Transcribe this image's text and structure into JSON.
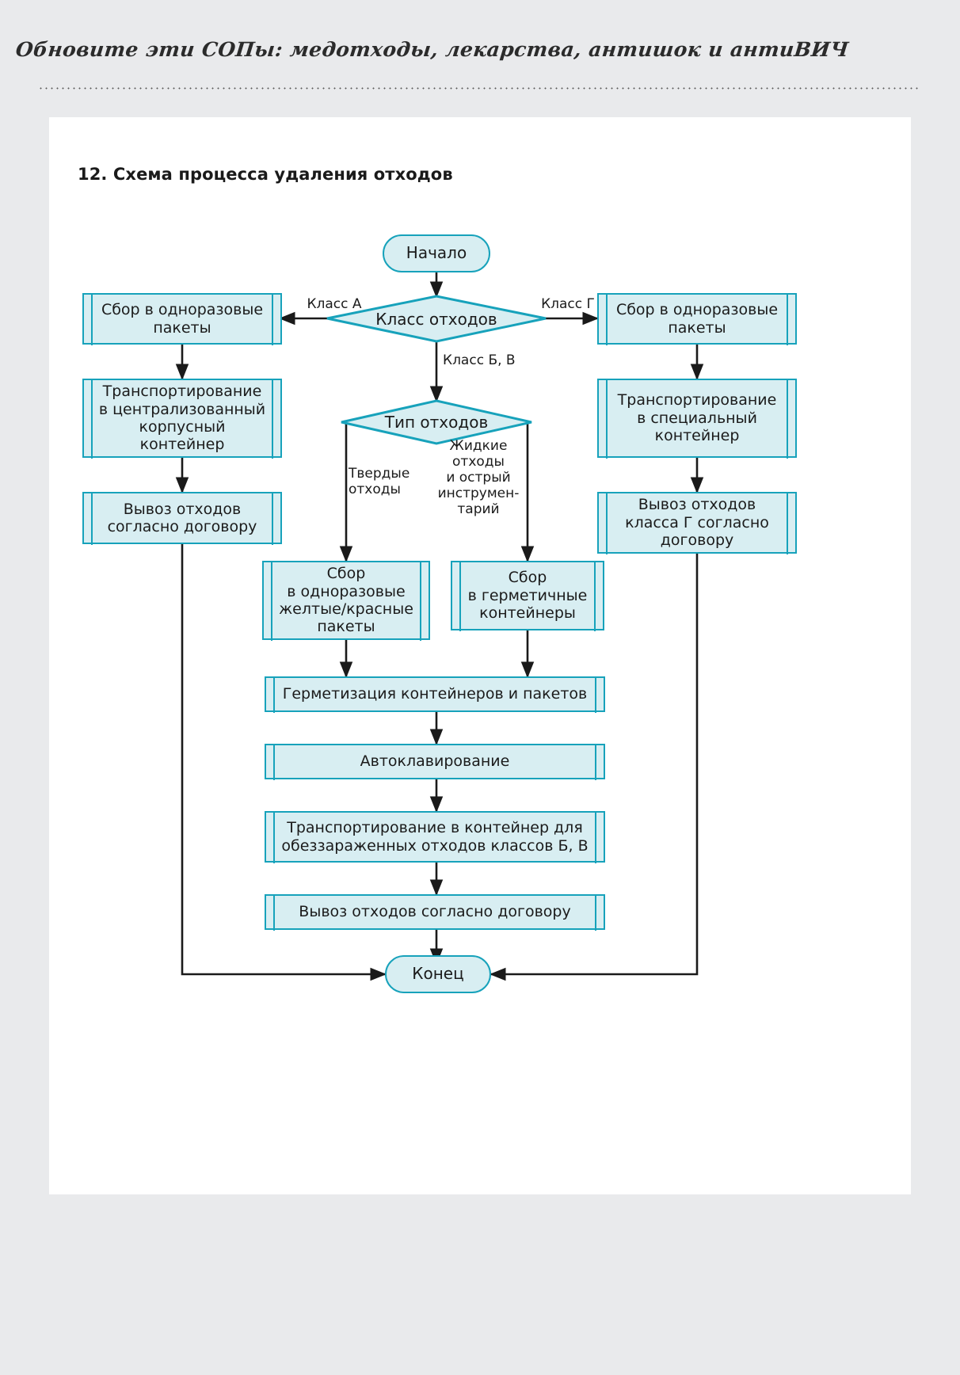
{
  "page": {
    "running_header": "Обновите эти СОПы: медотходы, лекарства, антишок и антиВИЧ",
    "section_title": "12. Схема процесса удаления отходов"
  },
  "colors": {
    "node_border": "#17a2bb",
    "node_fill": "#d8eef2",
    "connector": "#1a1a1a",
    "page_background": "#e9eaec",
    "sheet": "#ffffff",
    "text": "#1b1b1b"
  },
  "chart_data": {
    "type": "flowchart",
    "title": "12. Схема процесса удаления отходов",
    "orientation": "top-to-bottom",
    "nodes": [
      {
        "id": "start",
        "shape": "terminator",
        "text": "Начало"
      },
      {
        "id": "class",
        "shape": "decision",
        "text": "Класс отходов"
      },
      {
        "id": "a_collect",
        "shape": "process",
        "text": "Сбор в одноразовые пакеты"
      },
      {
        "id": "a_transport",
        "shape": "process",
        "text": "Транспортирование в централизованный корпусный контейнер"
      },
      {
        "id": "a_removal",
        "shape": "process",
        "text": "Вывоз отходов согласно договору"
      },
      {
        "id": "g_collect",
        "shape": "process",
        "text": "Сбор в одноразовые пакеты"
      },
      {
        "id": "g_transport",
        "shape": "process",
        "text": "Транспортирование в специальный контейнер"
      },
      {
        "id": "g_removal",
        "shape": "process",
        "text": "Вывоз отходов класса Г согласно договору"
      },
      {
        "id": "type",
        "shape": "decision",
        "text": "Тип отходов"
      },
      {
        "id": "solid",
        "shape": "process",
        "text": "Сбор в одноразовые желтые/красные пакеты"
      },
      {
        "id": "liquid",
        "shape": "process",
        "text": "Сбор в герметичные контейнеры"
      },
      {
        "id": "seal",
        "shape": "process",
        "text": "Герметизация контейнеров и пакетов"
      },
      {
        "id": "autoclave",
        "shape": "process",
        "text": "Автоклавирование"
      },
      {
        "id": "bv_transport",
        "shape": "process",
        "text": "Транспортирование в контейнер для обеззараженных отходов классов Б, В"
      },
      {
        "id": "bv_removal",
        "shape": "process",
        "text": "Вывоз отходов согласно договору"
      },
      {
        "id": "end",
        "shape": "terminator",
        "text": "Конец"
      }
    ],
    "edges": [
      {
        "from": "start",
        "to": "class",
        "label": ""
      },
      {
        "from": "class",
        "to": "a_collect",
        "label": "Класс А"
      },
      {
        "from": "class",
        "to": "g_collect",
        "label": "Класс Г"
      },
      {
        "from": "class",
        "to": "type",
        "label": "Класс Б, В"
      },
      {
        "from": "a_collect",
        "to": "a_transport",
        "label": ""
      },
      {
        "from": "a_transport",
        "to": "a_removal",
        "label": ""
      },
      {
        "from": "a_removal",
        "to": "end",
        "label": ""
      },
      {
        "from": "g_collect",
        "to": "g_transport",
        "label": ""
      },
      {
        "from": "g_transport",
        "to": "g_removal",
        "label": ""
      },
      {
        "from": "g_removal",
        "to": "end",
        "label": ""
      },
      {
        "from": "type",
        "to": "solid",
        "label": "Твердые отходы"
      },
      {
        "from": "type",
        "to": "liquid",
        "label": "Жидкие отходы и острый инструмен-тарий"
      },
      {
        "from": "solid",
        "to": "seal",
        "label": ""
      },
      {
        "from": "liquid",
        "to": "seal",
        "label": ""
      },
      {
        "from": "seal",
        "to": "autoclave",
        "label": ""
      },
      {
        "from": "autoclave",
        "to": "bv_transport",
        "label": ""
      },
      {
        "from": "bv_transport",
        "to": "bv_removal",
        "label": ""
      },
      {
        "from": "bv_removal",
        "to": "end",
        "label": ""
      }
    ]
  },
  "labels": {
    "start": "Начало",
    "class_decision": "Класс отходов",
    "type_decision": "Тип отходов",
    "edge_class_a": "Класс А",
    "edge_class_g": "Класс Г",
    "edge_class_bv": "Класс Б, В",
    "edge_solid": "Твердые\nотходы",
    "edge_liquid": "Жидкие\nотходы\nи острый\nинструмен-\nтарий",
    "a_collect": "Сбор в одноразовые\nпакеты",
    "a_transport": "Транспортирование\nв централизованный\nкорпусный\nконтейнер",
    "a_removal": "Вывоз отходов\nсогласно договору",
    "g_collect": "Сбор в одноразовые\nпакеты",
    "g_transport": "Транспортирование\nв специальный\nконтейнер",
    "g_removal": "Вывоз отходов\nкласса Г согласно\nдоговору",
    "solid_collect": "Сбор\nв одноразовые\nжелтые/красные\nпакеты",
    "liquid_collect": "Сбор\nв герметичные\nконтейнеры",
    "seal": "Герметизация контейнеров и пакетов",
    "autoclave": "Автоклавирование",
    "bv_transport": "Транспортирование в контейнер для\nобеззараженных отходов классов Б, В",
    "bv_removal": "Вывоз отходов согласно договору",
    "end": "Конец"
  }
}
